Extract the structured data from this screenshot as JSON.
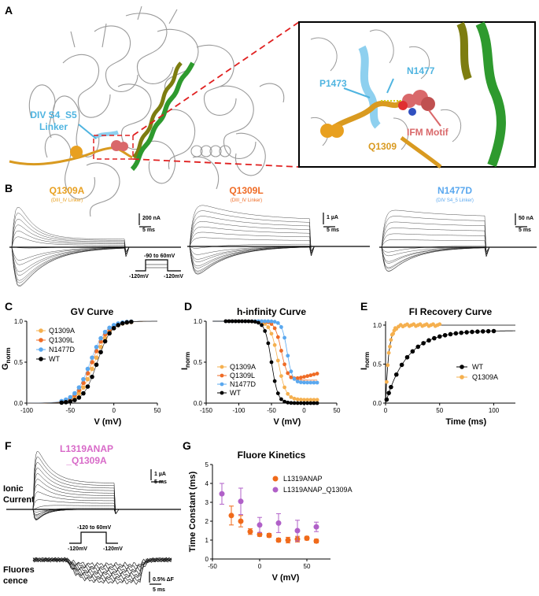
{
  "panels": {
    "A": "A",
    "B": "B",
    "C": "C",
    "D": "D",
    "E": "E",
    "F": "F",
    "G": "G"
  },
  "colors": {
    "Q1309A": "#f5b04f",
    "Q1309L": "#ef6b25",
    "N1477D": "#5aa8ef",
    "WT": "#000000",
    "L1319ANAP": "#f06a1a",
    "L1319ANAP_Q1309A": "#b060c8",
    "blue_label": "#4fb4e0",
    "pink_label": "#d86ac8",
    "ifm": "#d9686a",
    "helix_olive": "#7d7d10",
    "helix_green": "#2e9a2e",
    "linker_gold": "#d99a20",
    "red_dash": "#e02020"
  },
  "panelA": {
    "label_div_line1": "DIV S4_S5",
    "label_div_line2": "Linker",
    "inset_labels": {
      "p1473": "P1473",
      "n1477": "N1477",
      "ifm": "IFM Motif",
      "q1309": "Q1309"
    }
  },
  "panelB": {
    "traces": [
      {
        "name": "Q1309A",
        "sub": "(DIII_IV Linker)",
        "scale_y": "200 nA",
        "scale_x": "5 ms"
      },
      {
        "name": "Q1309L",
        "sub": "(DIII_IV Linker)",
        "scale_y": "1 µA",
        "scale_x": "5 ms"
      },
      {
        "name": "N1477D",
        "sub": "(DIV S4_5 Linker)",
        "scale_y": "50 nA",
        "scale_x": "5 ms"
      }
    ],
    "protocol": {
      "range": "-90 to 60mV",
      "hold_left": "-120mV",
      "hold_right": "-120mV"
    }
  },
  "chart_data": [
    {
      "type": "scatter",
      "panel": "C",
      "title": "GV Curve",
      "xlabel": "V (mV)",
      "ylabel": "G",
      "ylabel_sub": "norm",
      "xlim": [
        -100,
        50
      ],
      "ylim": [
        0,
        1
      ],
      "xticks": [
        -100,
        -50,
        0,
        50
      ],
      "yticks": [
        0.0,
        0.5,
        1.0
      ],
      "legend": [
        "Q1309A",
        "Q1309L",
        "N1477D",
        "WT"
      ],
      "series": [
        {
          "name": "Q1309A",
          "v50": -22,
          "k": 9,
          "x": [
            -60,
            -55,
            -50,
            -45,
            -40,
            -35,
            -30,
            -25,
            -20,
            -15,
            -10,
            -5,
            0,
            5,
            10,
            15,
            20
          ]
        },
        {
          "name": "Q1309L",
          "v50": -25,
          "k": 9,
          "x": [
            -60,
            -55,
            -50,
            -45,
            -40,
            -35,
            -30,
            -25,
            -20,
            -15,
            -10,
            -5,
            0,
            5,
            10,
            15,
            20
          ]
        },
        {
          "name": "N1477D",
          "v50": -27,
          "k": 9,
          "x": [
            -60,
            -55,
            -50,
            -45,
            -40,
            -35,
            -30,
            -25,
            -20,
            -15,
            -10,
            -5,
            0,
            5,
            10,
            15,
            20
          ]
        },
        {
          "name": "WT",
          "v50": -19,
          "k": 8,
          "x": [
            -60,
            -55,
            -50,
            -45,
            -40,
            -35,
            -30,
            -25,
            -20,
            -15,
            -10,
            -5,
            0,
            5,
            10,
            15,
            20
          ]
        }
      ]
    },
    {
      "type": "scatter",
      "panel": "D",
      "title": "h-infinity Curve",
      "xlabel": "V (mV)",
      "ylabel": "I",
      "ylabel_sub": "norm",
      "xlim": [
        -150,
        50
      ],
      "ylim": [
        0,
        1
      ],
      "xticks": [
        -150,
        -100,
        -50,
        0,
        50
      ],
      "yticks": [
        0.0,
        0.5,
        1.0
      ],
      "legend": [
        "Q1309A",
        "Q1309L",
        "N1477D",
        "WT"
      ],
      "series": [
        {
          "name": "Q1309A",
          "v50": -40,
          "k": 6,
          "floor": 0.04
        },
        {
          "name": "Q1309L",
          "v50": -35,
          "k": 5,
          "floor": 0.28
        },
        {
          "name": "N1477D",
          "v50": -26,
          "k": 4,
          "floor": 0.25
        },
        {
          "name": "WT",
          "v50": -50,
          "k": 5,
          "floor": 0.0
        }
      ]
    },
    {
      "type": "scatter",
      "panel": "E",
      "title": "FI Recovery Curve",
      "xlabel": "Time (ms)",
      "ylabel": "I",
      "ylabel_sub": "norm",
      "xlim": [
        0,
        120
      ],
      "ylim": [
        0,
        1.05
      ],
      "xticks": [
        0,
        50,
        100
      ],
      "yticks": [
        0.0,
        0.5,
        1.0
      ],
      "legend": [
        "WT",
        "Q1309A"
      ],
      "series": [
        {
          "name": "WT",
          "tau": 20,
          "amp": 0.93,
          "x": [
            1,
            3,
            5,
            10,
            15,
            20,
            25,
            30,
            35,
            40,
            45,
            50,
            55,
            60,
            65,
            70,
            75,
            80,
            85,
            90,
            95,
            100
          ]
        },
        {
          "name": "Q1309A",
          "tau": 3,
          "amp": 1.0,
          "x": [
            1,
            2,
            3,
            4,
            5,
            6,
            7,
            8,
            9,
            10,
            12,
            14,
            16,
            18,
            20,
            22,
            24,
            26,
            28,
            30,
            32,
            34,
            36,
            38,
            40,
            42,
            44,
            46,
            48,
            50
          ]
        }
      ]
    },
    {
      "type": "scatter",
      "panel": "G",
      "title": "Fluore Kinetics",
      "xlabel": "V (mV)",
      "ylabel": "Time Constant (ms)",
      "xlim": [
        -50,
        75
      ],
      "ylim": [
        0,
        5
      ],
      "xticks": [
        -50,
        0,
        50
      ],
      "yticks": [
        0,
        1,
        2,
        3,
        4,
        5
      ],
      "series": [
        {
          "name": "L1319ANAP",
          "x": [
            -30,
            -20,
            -10,
            0,
            10,
            20,
            30,
            40,
            50,
            60
          ],
          "y": [
            2.3,
            2.0,
            1.45,
            1.3,
            1.25,
            1.0,
            1.0,
            1.05,
            1.1,
            0.95
          ],
          "err": [
            0.5,
            0.3,
            0.15,
            0.1,
            0.1,
            0.1,
            0.15,
            0.15,
            0.1,
            0.1
          ]
        },
        {
          "name": "L1319ANAP_Q1309A",
          "x": [
            -40,
            -20,
            0,
            20,
            40,
            60
          ],
          "y": [
            3.45,
            3.05,
            1.8,
            1.9,
            1.5,
            1.7
          ],
          "err": [
            0.55,
            0.7,
            0.4,
            0.5,
            0.55,
            0.25
          ]
        }
      ]
    }
  ],
  "panelF": {
    "title_line1": "L1319ANAP",
    "title_line2": "_Q1309A",
    "ionic_line1": "Ionic",
    "ionic_line2": "Current",
    "fluor_line1": "Fluores",
    "fluor_line2": "cence",
    "scale_y": "1 µA",
    "scale_x": "5 ms",
    "scale_f": "0.5% ΔF",
    "scale_fx": "5 ms",
    "protocol": {
      "range": "-120 to 60mV",
      "hold_left": "-120mV",
      "hold_right": "-120mV"
    }
  }
}
